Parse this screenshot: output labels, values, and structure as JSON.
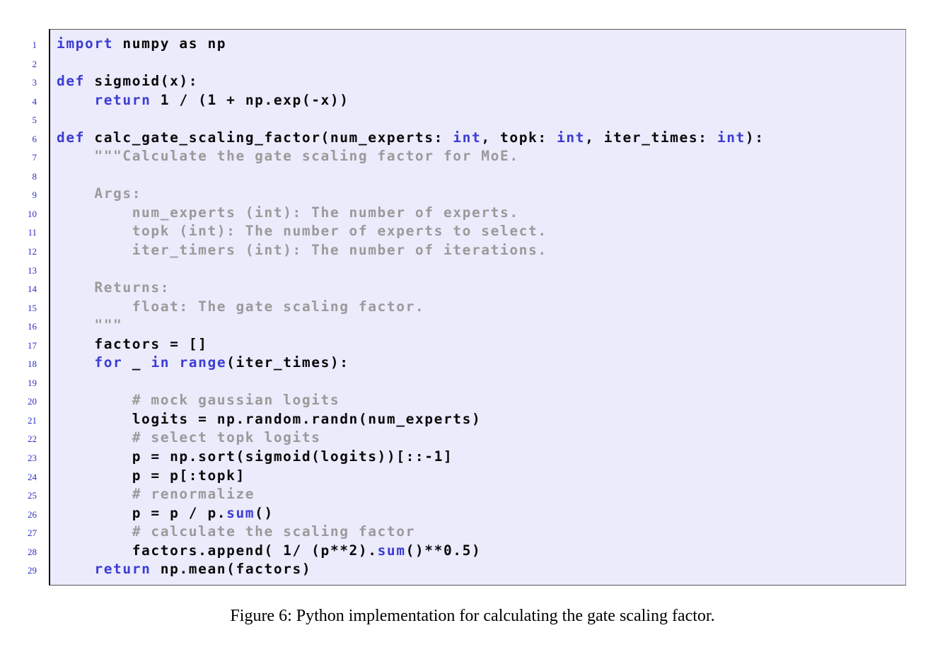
{
  "code_lines": [
    [
      {
        "t": "kw",
        "v": "import"
      },
      {
        "t": "pl",
        "v": " numpy as np"
      }
    ],
    [],
    [
      {
        "t": "kw",
        "v": "def"
      },
      {
        "t": "pl",
        "v": " sigmoid(x):"
      }
    ],
    [
      {
        "t": "pl",
        "v": "    "
      },
      {
        "t": "kw",
        "v": "return"
      },
      {
        "t": "pl",
        "v": " 1 / (1 + np.exp(-x))"
      }
    ],
    [],
    [
      {
        "t": "kw",
        "v": "def"
      },
      {
        "t": "pl",
        "v": " calc_gate_scaling_factor(num_experts: "
      },
      {
        "t": "kw",
        "v": "int"
      },
      {
        "t": "pl",
        "v": ", topk: "
      },
      {
        "t": "kw",
        "v": "int"
      },
      {
        "t": "pl",
        "v": ", iter_times: "
      },
      {
        "t": "kw",
        "v": "int"
      },
      {
        "t": "pl",
        "v": "):"
      }
    ],
    [
      {
        "t": "cm",
        "v": "    \"\"\"Calculate the gate scaling factor for MoE."
      }
    ],
    [],
    [
      {
        "t": "cm",
        "v": "    Args:"
      }
    ],
    [
      {
        "t": "cm",
        "v": "        num_experts (int): The number of experts."
      }
    ],
    [
      {
        "t": "cm",
        "v": "        topk (int): The number of experts to select."
      }
    ],
    [
      {
        "t": "cm",
        "v": "        iter_timers (int): The number of iterations."
      }
    ],
    [],
    [
      {
        "t": "cm",
        "v": "    Returns:"
      }
    ],
    [
      {
        "t": "cm",
        "v": "        float: The gate scaling factor."
      }
    ],
    [
      {
        "t": "cm",
        "v": "    \"\"\""
      }
    ],
    [
      {
        "t": "pl",
        "v": "    factors = []"
      }
    ],
    [
      {
        "t": "pl",
        "v": "    "
      },
      {
        "t": "kw",
        "v": "for"
      },
      {
        "t": "pl",
        "v": " _ "
      },
      {
        "t": "kw",
        "v": "in"
      },
      {
        "t": "pl",
        "v": " "
      },
      {
        "t": "kw",
        "v": "range"
      },
      {
        "t": "pl",
        "v": "(iter_times):"
      }
    ],
    [],
    [
      {
        "t": "cm",
        "v": "        # mock gaussian logits"
      }
    ],
    [
      {
        "t": "pl",
        "v": "        logits = np.random.randn(num_experts)"
      }
    ],
    [
      {
        "t": "cm",
        "v": "        # select topk logits"
      }
    ],
    [
      {
        "t": "pl",
        "v": "        p = np.sort(sigmoid(logits))[::-1]"
      }
    ],
    [
      {
        "t": "pl",
        "v": "        p = p[:topk]"
      }
    ],
    [
      {
        "t": "cm",
        "v": "        # renormalize"
      }
    ],
    [
      {
        "t": "pl",
        "v": "        p = p / p."
      },
      {
        "t": "kw",
        "v": "sum"
      },
      {
        "t": "pl",
        "v": "()"
      }
    ],
    [
      {
        "t": "cm",
        "v": "        # calculate the scaling factor"
      }
    ],
    [
      {
        "t": "pl",
        "v": "        factors.append( 1/ (p**2)."
      },
      {
        "t": "kw",
        "v": "sum"
      },
      {
        "t": "pl",
        "v": "()**0.5)"
      }
    ],
    [
      {
        "t": "pl",
        "v": "    "
      },
      {
        "t": "kw",
        "v": "return"
      },
      {
        "t": "pl",
        "v": " np.mean(factors)"
      }
    ]
  ],
  "line_numbers": [
    "1",
    "2",
    "3",
    "4",
    "5",
    "6",
    "7",
    "8",
    "9",
    "10",
    "11",
    "12",
    "13",
    "14",
    "15",
    "16",
    "17",
    "18",
    "19",
    "20",
    "21",
    "22",
    "23",
    "24",
    "25",
    "26",
    "27",
    "28",
    "29"
  ],
  "caption": "Figure 6: Python implementation for calculating the gate scaling factor.",
  "colors": {
    "listing_background": "#ebebfc",
    "keyword": "#3c3cd2",
    "comment": "#9a9a9a",
    "line_number": "#2c2cc8"
  }
}
